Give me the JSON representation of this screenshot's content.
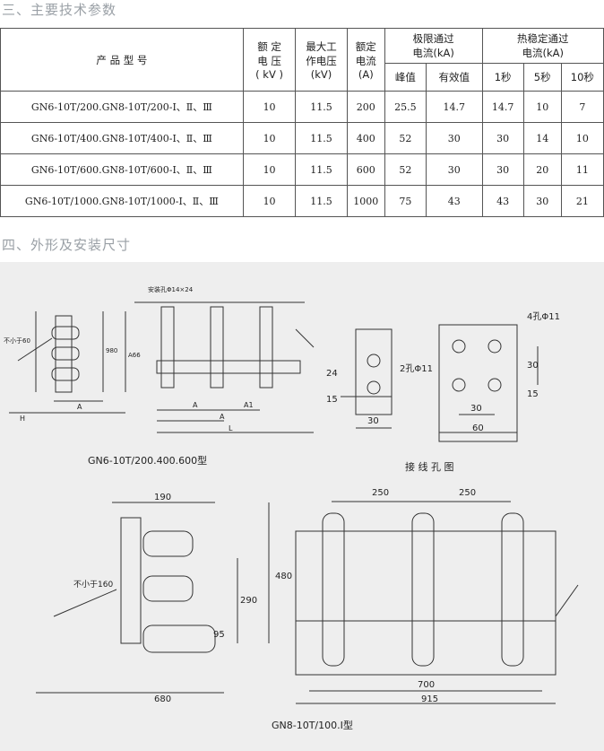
{
  "sections": {
    "params_title": "三、主要技术参数",
    "dimensions_title": "四、外形及安装尺寸"
  },
  "table": {
    "model_header": "产 品 型 号",
    "voltage_header": "额 定\n电 压\n( kV )",
    "max_voltage_header": "最大工\n作电压\n(kV)",
    "current_header": "额定\n电流\n(A)",
    "limit_header": "极限通过\n电流(kA)",
    "thermal_header": "热稳定通过\n电流(kA)",
    "sub_peak": "峰值",
    "sub_eff": "有效值",
    "sub_1s": "1秒",
    "sub_5s": "5秒",
    "sub_10s": "10秒",
    "rows": [
      {
        "model": "GN6-10T/200.GN8-10T/200-Ⅰ、Ⅱ、Ⅲ",
        "kv": "10",
        "max": "11.5",
        "a": "200",
        "peak": "25.5",
        "eff": "14.7",
        "s1": "14.7",
        "s5": "10",
        "s10": "7"
      },
      {
        "model": "GN6-10T/400.GN8-10T/400-Ⅰ、Ⅱ、Ⅲ",
        "kv": "10",
        "max": "11.5",
        "a": "400",
        "peak": "52",
        "eff": "30",
        "s1": "30",
        "s5": "14",
        "s10": "10"
      },
      {
        "model": "GN6-10T/600.GN8-10T/600-Ⅰ、Ⅱ、Ⅲ",
        "kv": "10",
        "max": "11.5",
        "a": "600",
        "peak": "52",
        "eff": "30",
        "s1": "30",
        "s5": "20",
        "s10": "11"
      },
      {
        "model": "GN6-10T/1000.GN8-10T/1000-Ⅰ、Ⅱ、Ⅲ",
        "kv": "10",
        "max": "11.5",
        "a": "1000",
        "peak": "75",
        "eff": "43",
        "s1": "43",
        "s5": "30",
        "s10": "21"
      }
    ]
  },
  "drawing": {
    "cap_gn6": "GN6-10T/200.400.600型",
    "cap_holes": "接 线 孔 图",
    "cap_gn8": "GN8-10T/100.Ⅰ型",
    "mount_hole": "安装孔Φ14×24",
    "lbl_hole2": "2孔Φ11",
    "lbl_hole4": "4孔Φ11",
    "min160": "不小于160",
    "min60": "不小于60",
    "d24": "24",
    "d15": "15",
    "d30": "30",
    "d60": "60",
    "d190": "190",
    "d480": "480",
    "d290": "290",
    "d95": "95",
    "d680": "680",
    "d250a": "250",
    "d250b": "250",
    "d700": "700",
    "d915": "915",
    "lA": "A",
    "lA1": "A1",
    "lL": "L",
    "lH": "H",
    "l980": "980",
    "lA66": "A66"
  }
}
